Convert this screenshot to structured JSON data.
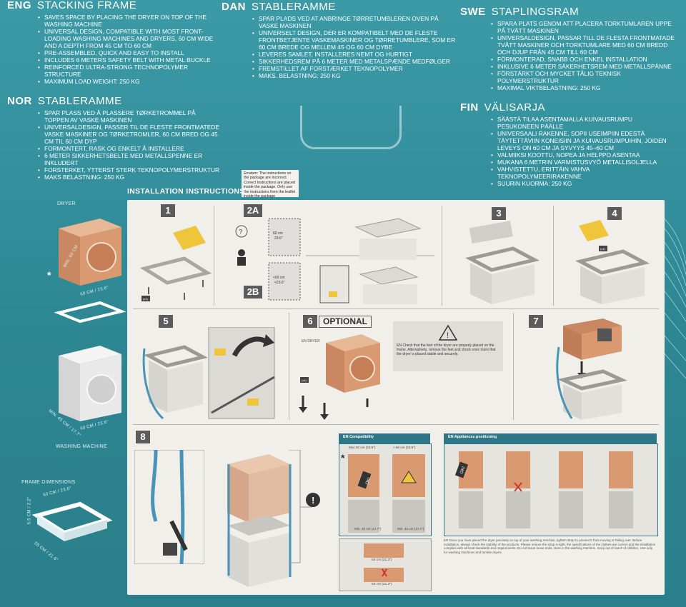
{
  "langs": {
    "eng": {
      "code": "ENG",
      "title": "STACKING FRAME",
      "items": [
        "SAVES SPACE BY PLACING THE DRYER ON TOP OF THE WASHING MACHINE",
        "UNIVERSAL DESIGN, COMPATIBLE WITH MOST FRONT-LOADING WASHING MACHINES AND DRYERS, 60 CM WIDE AND A DEPTH FROM 45 CM TO 60 CM",
        "PRE-ASSEMBLED, QUICK AND EASY TO INSTALL",
        "INCLUDES 6 METERS SAFETY BELT WITH METAL BUCKLE",
        "REINFORCED ULTRA-STRONG TECHNOPOLYMER STRUCTURE",
        "MAXIMUM LOAD WEIGHT: 250 KG"
      ]
    },
    "dan": {
      "code": "DAN",
      "title": "STABLERAMME",
      "items": [
        "SPAR PLADS VED AT ANBRINGE TØRRETUMBLEREN OVEN PÅ VASKE MASKINEN",
        "UNIVERSELT DESIGN, DER ER KOMPATIBELT MED DE FLESTE FRONTBETJENTE VASKEMASKINER OG TØRRETUMBLERE, SOM ER 60 CM BREDE OG MELLEM 45 OG 60 CM DYBE",
        "LEVERES SAMLET, INSTALLERES NEMT OG HURTIGT",
        "SIKKERHEDSREM PÅ 6 METER MED METALSPÆNDE MEDFØLGER",
        "FREMSTILLET AF FORSTÆRKET TEKNOPOLYMER",
        "MAKS. BELASTNING: 250 KG"
      ]
    },
    "swe": {
      "code": "SWE",
      "title": "STAPLINGSRAM",
      "items": [
        "SPARA PLATS GENOM ATT PLACERA TORKTUMLAREN UPPE PÅ TVÄTT MASKINEN",
        "UNIVERSALDESIGN, PASSAR TILL DE FLESTA FRONTMATADE TVÄTT MASKINER OCH TORKTUMLARE MED 60 CM BREDD OCH DJUP FRÅN 45 CM TILL 60 CM",
        "FÖRMONTERAD, SNABB OCH ENKEL INSTALLATION",
        "INKLUSIVE 6 METER SÄKERHETSREM MED METALLSPÄNNE",
        "FÖRSTÄRKT OCH MYCKET TÅLIG TEKNISK POLYMERSTRUKTUR",
        "MAXIMAL VIKTBELASTNING: 250 KG"
      ]
    },
    "nor": {
      "code": "NOR",
      "title": "STABLERAMME",
      "items": [
        "SPAR PLASS VED Å PLASSERE TØRKETROMMEL PÅ TOPPEN AV VASKE MASKINEN",
        "UNIVERSALDESIGN, PASSER TIL DE FLESTE FRONTMATEDE VASKE MASKINER OG TØRKETROMLER, 60 CM BRED OG 45 CM TIL 60 CM DYP",
        "FORMONTERT, RASK OG ENKELT Å INSTALLERE",
        "6 METER SIKKERHETSBELTE MED METALLSPENNE ER INKLUDERT",
        "FORSTERKET, YTTERST STERK TEKNOPOLYMERSTRUKTUR",
        "MAKS BELASTNING: 250 KG"
      ]
    },
    "fin": {
      "code": "FIN",
      "title": "VÄLISARJA",
      "items": [
        "SÄÄSTÄ TILAA ASENTAMALLA KUIVAUSRUMPU PESUKONEEN PÄÄLLE",
        "UNIVERSAALI RAKENNE, SOPII USEIMPIIN EDESTÄ TÄYTETTÄVIIN KONEISIIN JA KUIVAUSRUMPUIHIN, JOIDEN LEVEYS ON 60 CM JA SYVYYS 45–60 CM",
        "VALMIIKSI KOOTTU, NOPEA JA HELPPO ASENTAA",
        "MUKANA 6 METRIN VARMISTUSVYÖ METALLISOLJELLA",
        "VAHVISTETTU, ERITTÄIN VAHVA TEKNOPOLYMEERIRAKENNE",
        "SUURIN KUORMA: 250 KG"
      ]
    }
  },
  "erratum": "Erratum: The instructions on the package are incorrect. Correct instructions are placed inside the package. Only use the instructions from the leaflet inside the package",
  "install_title": "INSTALLATION INSTRUCTIONS",
  "left": {
    "dryer": "DRYER",
    "washer": "WASHING MACHINE",
    "frame_dims": "FRAME DIMENSIONS",
    "dim_min60": "Min. 60 cm",
    "dim_60": "60 cm / 23.6\"",
    "dim_min45": "Min. 45 cm / 17.7\"",
    "frame_w": "60 cm / 23.6\"",
    "frame_h": "5.5 cm / 2.2\"",
    "frame_d": "55 cm / 21.6\""
  },
  "steps": {
    "s1": "1",
    "s2a": "2A",
    "s2b": "2B",
    "s3": "3",
    "s4": "4",
    "s5": "5",
    "s6": "6",
    "optional": "OPTIONAL",
    "s7": "7",
    "s8": "8",
    "x4": "(x4)"
  },
  "step2": {
    "m1": "60 cm",
    "m1b": "23.6\"",
    "m2": "<60 cm",
    "m2b": "<23.6\""
  },
  "step6": {
    "en_dryer": "EN DRYER",
    "note": "EN Check that the feet of the dryer are properly placed on the frame. Alternatively, remove the feet and check once more that the dryer is placed stable and securely."
  },
  "compat": {
    "title": "EN Compatibility",
    "max60": "Max 60 cm (23.6\")",
    "gt60": "> 60 cm (23.6\")",
    "ok": "OK!",
    "min45": "Min. 45 cm (17.7\")",
    "min40": "Min. 40 cm (17.7\")",
    "w54a": "54 cm (21.3\")",
    "w54b": "54 cm (21.3\")"
  },
  "appliances": {
    "title": "EN Appliances positioning",
    "ok": "OK!",
    "footnote": "EN Since you have placed the dryer precisely on top of your washing machine, tighten strap to prevent it from moving or falling over. Before installation, always check the stability of the products. Please ensure the strap is tight, the specifications of the clothes are correct and the installation complies with all local standards and requirements. Do not leave loose ends, store in the washing machine. Keep out of reach of children. Use only for washing machines and tumble dryers."
  },
  "colors": {
    "bg": "#2f8590",
    "sheet": "#f1efea",
    "tan": "#d99a72",
    "step": "#5c5c5c",
    "accent": "#2f7688"
  }
}
